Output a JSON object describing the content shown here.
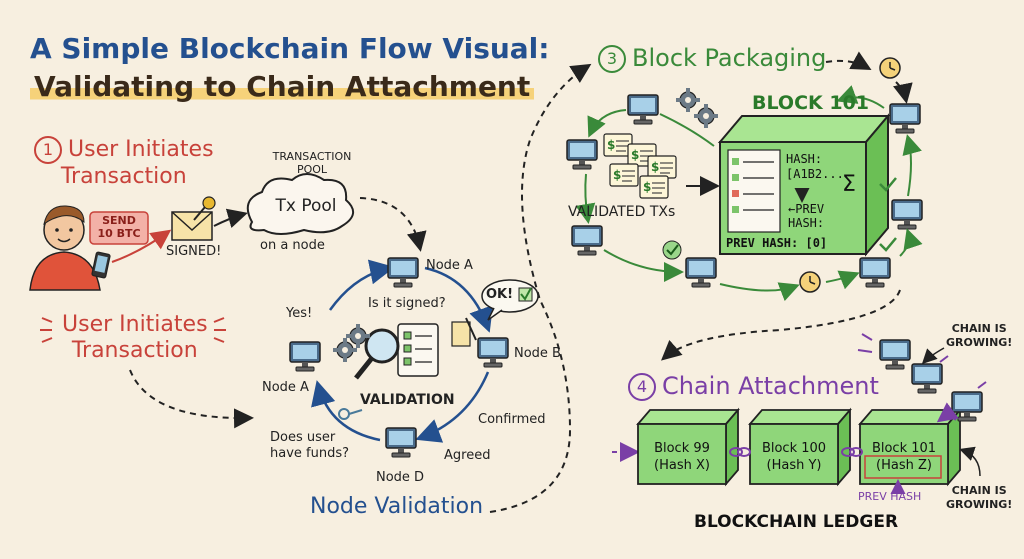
{
  "title": {
    "line1": "A Simple Blockchain Flow Visual:",
    "line2": "Validating to Chain Attachment"
  },
  "step1": {
    "number": "1",
    "heading_line1": "User Initiates",
    "heading_line2": "Transaction",
    "repeat_line1": "User Initiates",
    "repeat_line2": "Transaction",
    "send_label_line1": "SEND",
    "send_label_line2": "10 BTC",
    "signed_label": "SIGNED!",
    "pool_caption_line1": "TRANSACTION",
    "pool_caption_line2": "POOL",
    "pool_label": "Tx Pool",
    "pool_sub": "on a node"
  },
  "step2": {
    "heading": "Node Validation",
    "center_label": "VALIDATION",
    "node_a_top": "Node A",
    "node_a_left": "Node A",
    "node_b": "Node B",
    "node_d": "Node D",
    "q_signed": "Is it signed?",
    "q_funds_line1": "Does user",
    "q_funds_line2": "have funds?",
    "yes": "Yes!",
    "ok": "OK!",
    "confirmed": "Confirmed",
    "agreed": "Agreed"
  },
  "step3": {
    "number": "3",
    "heading": "Block Packaging",
    "block_label": "BLOCK 101",
    "validated_txs": "VALIDATED TXs",
    "hash_line1": "HASH:",
    "hash_line2": "[A1B2...",
    "prev_line1": "←PREV",
    "prev_line2": "HASH:",
    "prev_hash": "PREV HASH: [0]",
    "sigma": "Σ"
  },
  "step4": {
    "number": "4",
    "heading": "Chain Attachment",
    "blocks": [
      {
        "name": "Block 99",
        "hash": "(Hash X)"
      },
      {
        "name": "Block 100",
        "hash": "(Hash Y)"
      },
      {
        "name": "Block 101",
        "hash": "(Hash Z)"
      }
    ],
    "prev_hash_label": "PREV HASH",
    "growing_top_line1": "CHAIN IS",
    "growing_top_line2": "GROWING!",
    "growing_bottom_line1": "CHAIN IS",
    "growing_bottom_line2": "GROWING!",
    "ledger": "BLOCKCHAIN LEDGER"
  },
  "colors": {
    "background": "#f7efe0",
    "title_blue": "#24508f",
    "step1_red": "#c8423a",
    "step3_green": "#3a8a3a",
    "step4_purple": "#7a3fa6",
    "block_green": "#8fd67a"
  }
}
